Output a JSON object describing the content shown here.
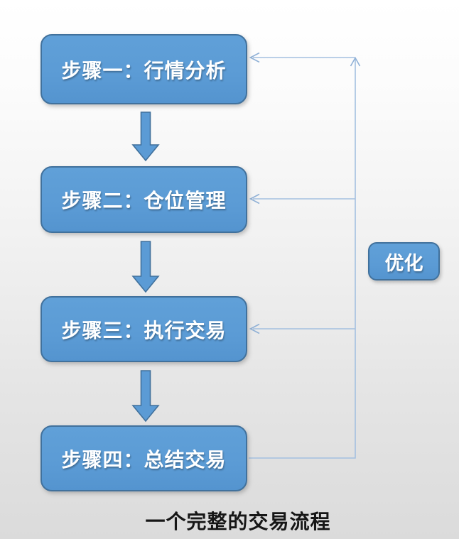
{
  "diagram": {
    "nodes": [
      {
        "id": "step1",
        "label": "步骤一：行情分析"
      },
      {
        "id": "step2",
        "label": "步骤二：仓位管理"
      },
      {
        "id": "step3",
        "label": "步骤三：执行交易"
      },
      {
        "id": "step4",
        "label": "步骤四：总结交易"
      }
    ],
    "optimize": {
      "label": "优化"
    },
    "caption": "一个完整的交易流程",
    "flow": [
      "step1 -> step2",
      "step2 -> step3",
      "step3 -> step4",
      "step4 -> feedback-line -> step1",
      "feedback-line -> step2",
      "feedback-line -> step3"
    ],
    "colors": {
      "node_fill": "#5B9BD5",
      "node_border": "#41719C",
      "node_text": "#FFFFFF",
      "connector": "#A3C0E0",
      "caption_text": "#161616"
    }
  }
}
